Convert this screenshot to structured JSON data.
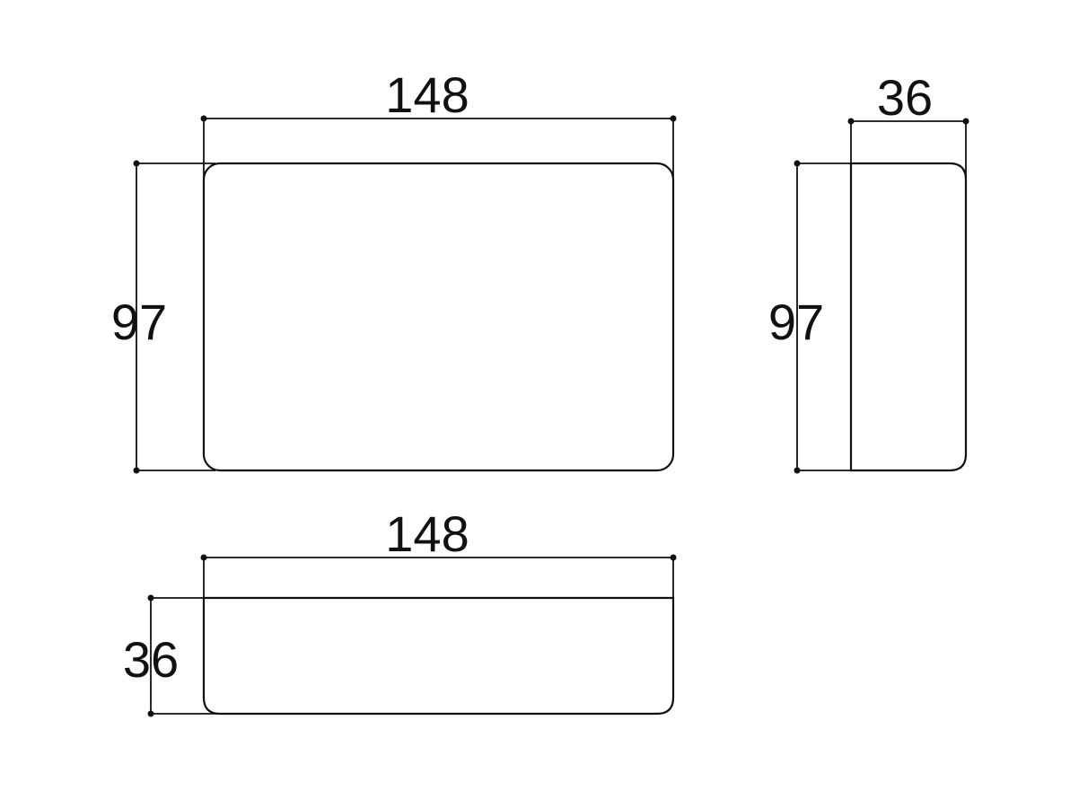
{
  "front_view": {
    "width_label": "148",
    "height_label": "97"
  },
  "side_view": {
    "width_label": "36",
    "height_label": "97"
  },
  "bottom_view": {
    "width_label": "148",
    "height_label": "36"
  },
  "colors": {
    "line": "#111111",
    "background": "#ffffff"
  }
}
